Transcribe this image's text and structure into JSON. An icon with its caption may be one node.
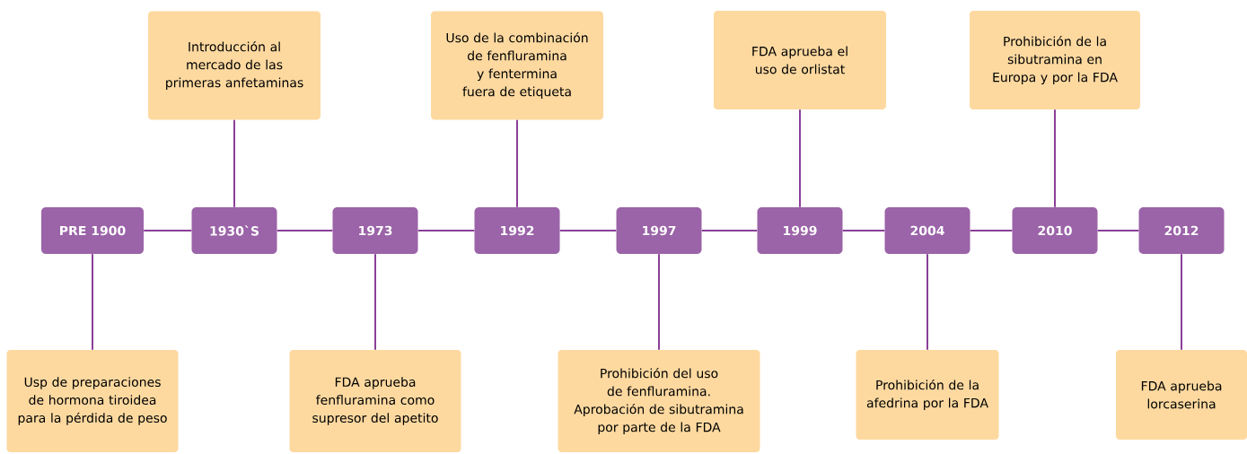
{
  "diagram": {
    "nodes": [
      {
        "text": [
          "Introducción al mercado de las primeras anfetaminas"
        ]
      },
      {
        "text": [
          "Uso de la combinación de fenfluramina y fentermina fuera de etiqueta"
        ]
      },
      {
        "text": [
          "FDA aprueba el uso de orlistat"
        ]
      },
      {
        "text": [
          "Prohibición de la sibutramina en Europa y por la FDA"
        ]
      },
      {
        "text": [
          "PRE 1900"
        ]
      },
      {
        "text": [
          "1930`S"
        ]
      },
      {
        "text": [
          "1973"
        ]
      },
      {
        "text": [
          "1992"
        ]
      },
      {
        "text": [
          "1997"
        ]
      },
      {
        "text": [
          "1999"
        ]
      },
      {
        "text": [
          "2004"
        ]
      },
      {
        "text": [
          "2010"
        ]
      },
      {
        "text": [
          "2012"
        ]
      },
      {
        "text": [
          "Usp de preparaciones de hormona tiroidea para la pérdida de peso"
        ]
      },
      {
        "text": [
          "FDA aprueba fenfluramina como supresor del apetito"
        ]
      },
      {
        "text": [
          "Prohibición del uso de fenfluramina. Aprobación de sibutramina por parte de la FDA"
        ]
      },
      {
        "text": [
          "Prohibición de la afedrina por la FDA"
        ]
      },
      {
        "text": [
          "FDA aprueba lorcaserina"
        ]
      }
    ],
    "edges": [
      {
        "from": 4,
        "to": 5,
        "arrow": "none"
      },
      {
        "from": 5,
        "to": 6,
        "arrow": "none"
      },
      {
        "from": 6,
        "to": 7,
        "arrow": "none"
      },
      {
        "from": 7,
        "to": 8,
        "arrow": "none"
      },
      {
        "from": 8,
        "to": 9,
        "arrow": "none"
      },
      {
        "from": 9,
        "to": 10,
        "arrow": "none"
      },
      {
        "from": 10,
        "to": 11,
        "arrow": "none"
      },
      {
        "from": 11,
        "to": 12,
        "arrow": "none"
      },
      {
        "from": 5,
        "to": 0,
        "arrow": "none"
      },
      {
        "from": 7,
        "to": 1,
        "arrow": "none"
      },
      {
        "from": 9,
        "to": 2,
        "arrow": "none"
      },
      {
        "from": 11,
        "to": 3,
        "arrow": "none"
      },
      {
        "from": 4,
        "to": 13,
        "arrow": "none"
      },
      {
        "from": 6,
        "to": 14,
        "arrow": "none"
      },
      {
        "from": 8,
        "to": 15,
        "arrow": "none"
      },
      {
        "from": 10,
        "to": 16,
        "arrow": "none"
      },
      {
        "from": 12,
        "to": 17,
        "arrow": "none"
      }
    ]
  }
}
